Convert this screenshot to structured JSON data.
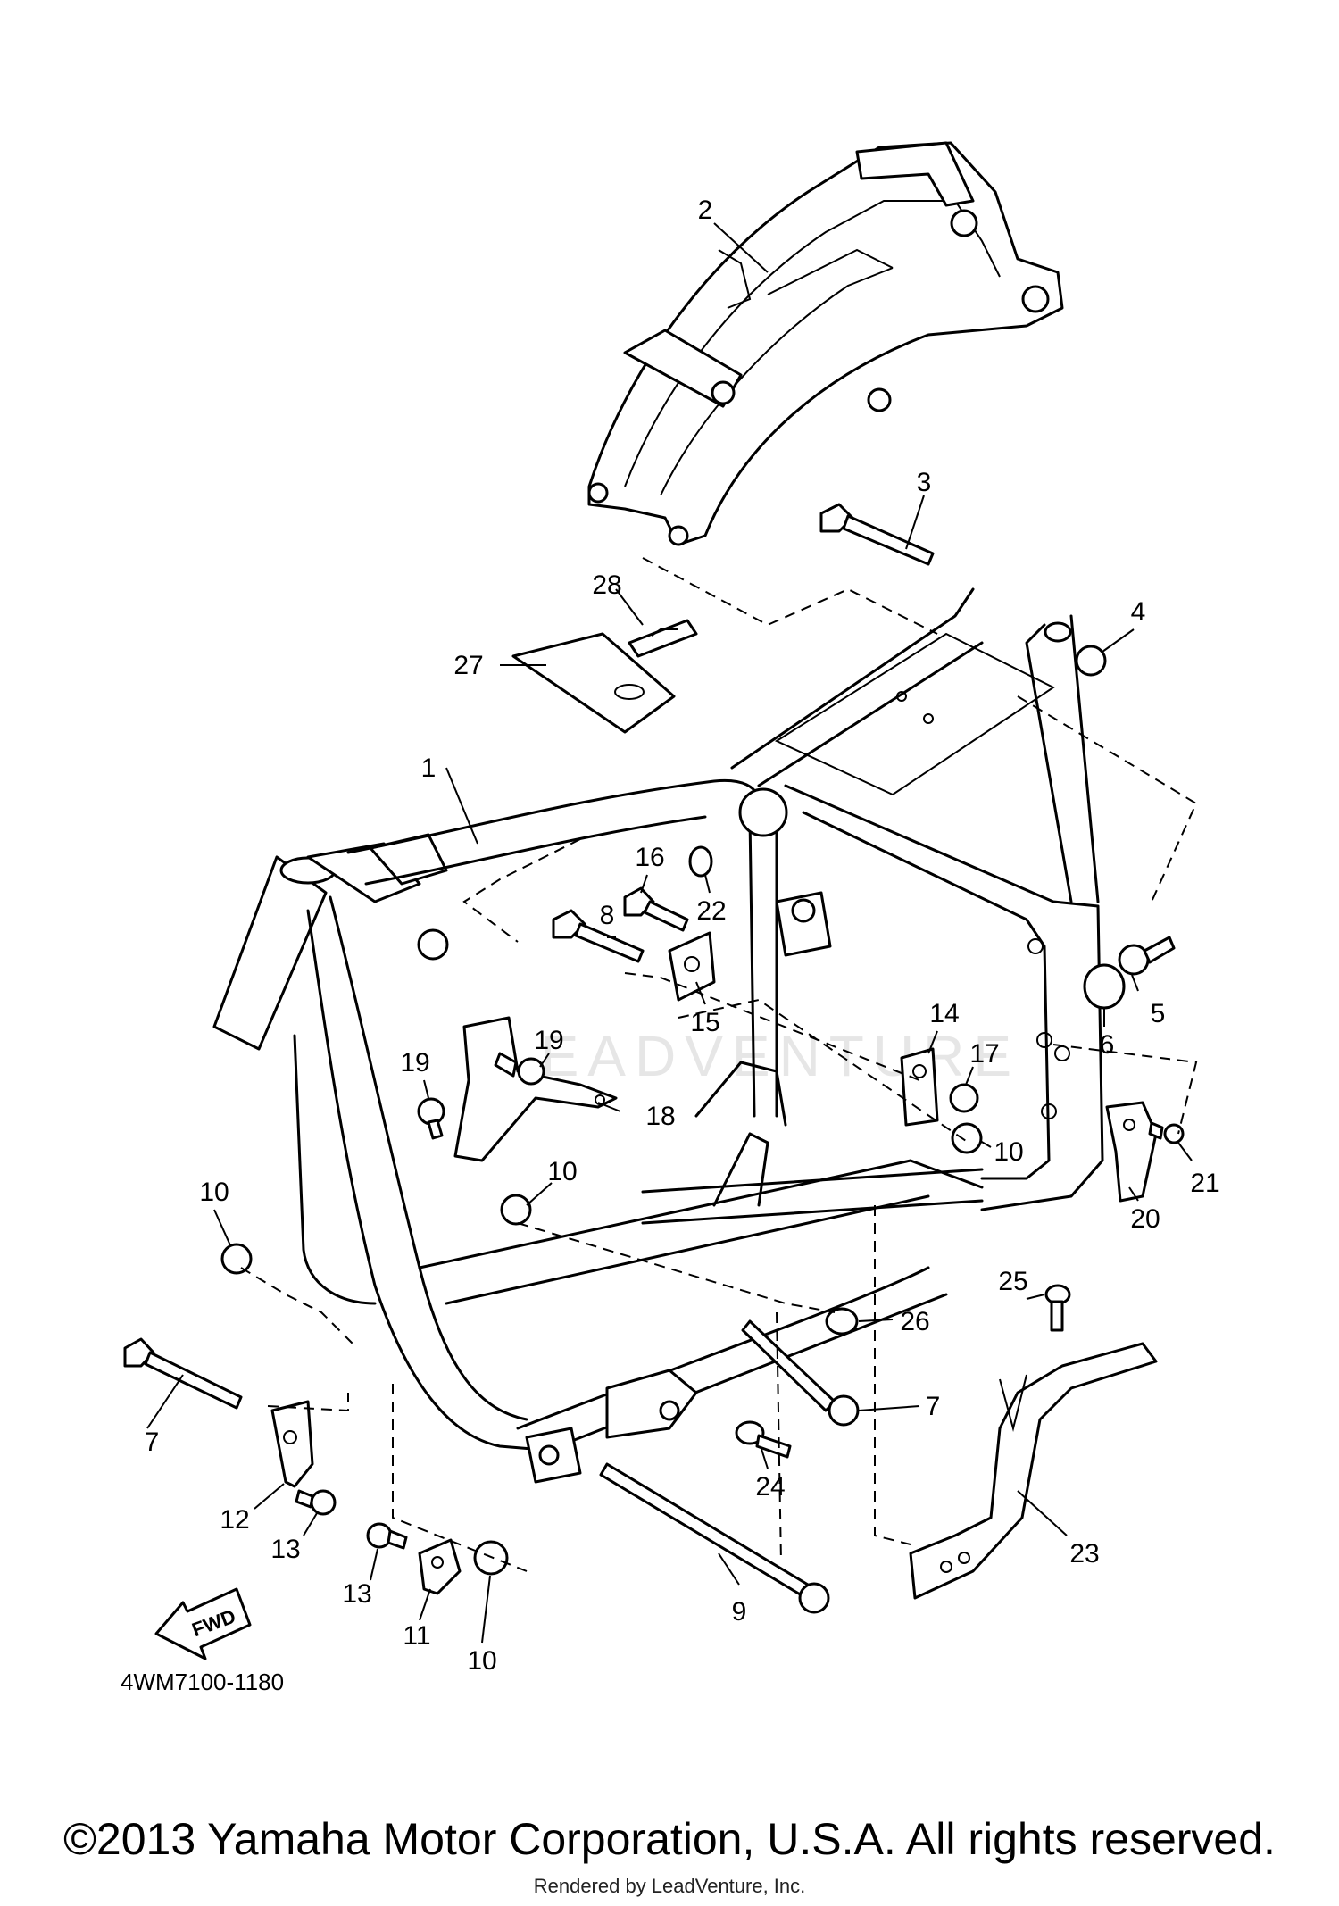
{
  "diagram": {
    "code": "4WM7100-1180",
    "fwd_label": "FWD",
    "watermark": "LEADVENTURE",
    "callouts": [
      {
        "id": "c1",
        "n": "1"
      },
      {
        "id": "c2",
        "n": "2"
      },
      {
        "id": "c3",
        "n": "3"
      },
      {
        "id": "c4",
        "n": "4"
      },
      {
        "id": "c5",
        "n": "5"
      },
      {
        "id": "c6",
        "n": "6"
      },
      {
        "id": "c7a",
        "n": "7"
      },
      {
        "id": "c7b",
        "n": "7"
      },
      {
        "id": "c8",
        "n": "8"
      },
      {
        "id": "c9",
        "n": "9"
      },
      {
        "id": "c10a",
        "n": "10"
      },
      {
        "id": "c10b",
        "n": "10"
      },
      {
        "id": "c10c",
        "n": "10"
      },
      {
        "id": "c10d",
        "n": "10"
      },
      {
        "id": "c11",
        "n": "11"
      },
      {
        "id": "c12",
        "n": "12"
      },
      {
        "id": "c13a",
        "n": "13"
      },
      {
        "id": "c13b",
        "n": "13"
      },
      {
        "id": "c14",
        "n": "14"
      },
      {
        "id": "c15",
        "n": "15"
      },
      {
        "id": "c16",
        "n": "16"
      },
      {
        "id": "c17",
        "n": "17"
      },
      {
        "id": "c18",
        "n": "18"
      },
      {
        "id": "c19a",
        "n": "19"
      },
      {
        "id": "c19b",
        "n": "19"
      },
      {
        "id": "c20",
        "n": "20"
      },
      {
        "id": "c21",
        "n": "21"
      },
      {
        "id": "c22",
        "n": "22"
      },
      {
        "id": "c23",
        "n": "23"
      },
      {
        "id": "c24",
        "n": "24"
      },
      {
        "id": "c25",
        "n": "25"
      },
      {
        "id": "c26",
        "n": "26"
      },
      {
        "id": "c27",
        "n": "27"
      },
      {
        "id": "c28",
        "n": "28"
      }
    ]
  },
  "footer": {
    "copyright": "©2013 Yamaha Motor Corporation, U.S.A. All rights reserved.",
    "rendered_by": "Rendered by LeadVenture, Inc."
  }
}
